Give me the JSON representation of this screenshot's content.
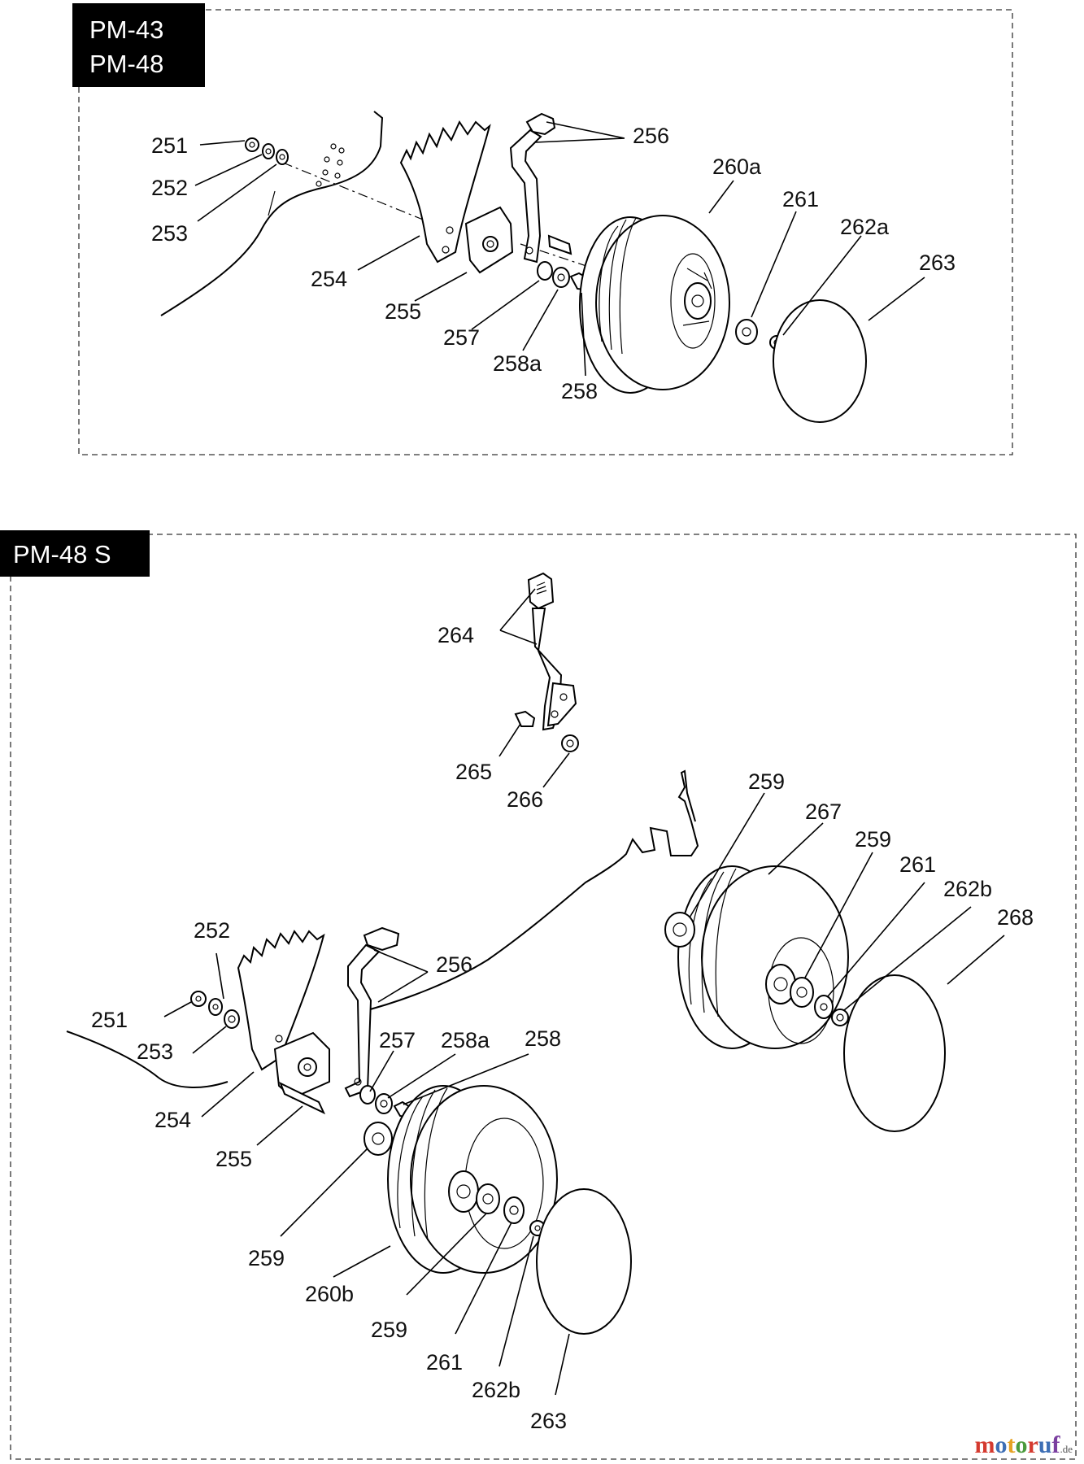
{
  "panels": {
    "top": {
      "tag_line1": "PM-43",
      "tag_line2": "PM-48"
    },
    "bottom": {
      "tag": "PM-48 S"
    }
  },
  "callouts_top": {
    "c251": "251",
    "c252": "252",
    "c253": "253",
    "c254": "254",
    "c255": "255",
    "c256": "256",
    "c257": "257",
    "c258a": "258a",
    "c258": "258",
    "c260a": "260a",
    "c261": "261",
    "c262a": "262a",
    "c263": "263"
  },
  "callouts_bottom": {
    "c264": "264",
    "c265": "265",
    "c266": "266",
    "c259_rear_hub": "259",
    "c267": "267",
    "c259_rear_bearing": "259",
    "c261_rear": "261",
    "c262b_rear": "262b",
    "c268": "268",
    "c252": "252",
    "c251": "251",
    "c253": "253",
    "c256": "256",
    "c257": "257",
    "c258a": "258a",
    "c258": "258",
    "c254": "254",
    "c255": "255",
    "c259_front_hub": "259",
    "c260b": "260b",
    "c259_front_bearing": "259",
    "c261_front": "261",
    "c262b_front": "262b",
    "c263_front": "263"
  },
  "watermark": {
    "part1": "m",
    "part2": "o",
    "part3": "t",
    "part4": "o",
    "part5": "r",
    "part6": "u",
    "part7": "f",
    "suffix": ".de"
  }
}
